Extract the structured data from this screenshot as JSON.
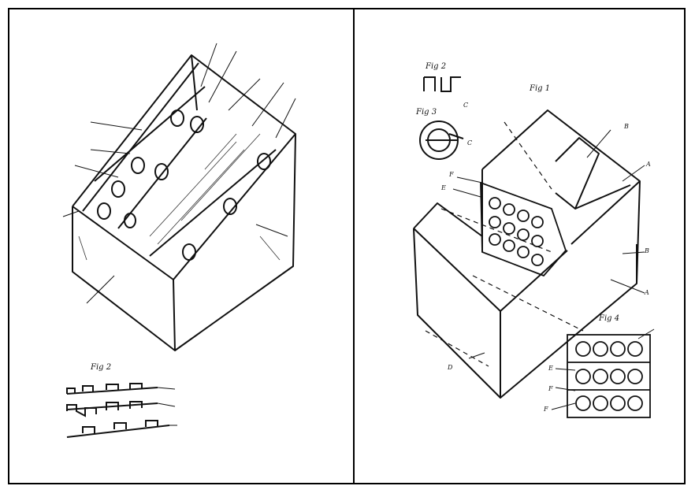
{
  "colors": {
    "ink": "#111111",
    "paper": "#ffffff",
    "border": "#000000"
  },
  "left_panel": {
    "fig_caption": "Fig 2"
  },
  "right_panel": {
    "fig_caption_top": "Fig 2",
    "fig_caption_main": "Fig 1",
    "fig_caption_circle": "Fig 3",
    "fig_caption_grid": "Fig 4",
    "labels": {
      "f1": "F",
      "f2": "F",
      "f3": "F",
      "c1": "C",
      "c2": "C",
      "b1": "B",
      "b2": "B",
      "e1": "E",
      "e2": "E",
      "a1": "A",
      "a2": "A",
      "d1": "D"
    }
  }
}
